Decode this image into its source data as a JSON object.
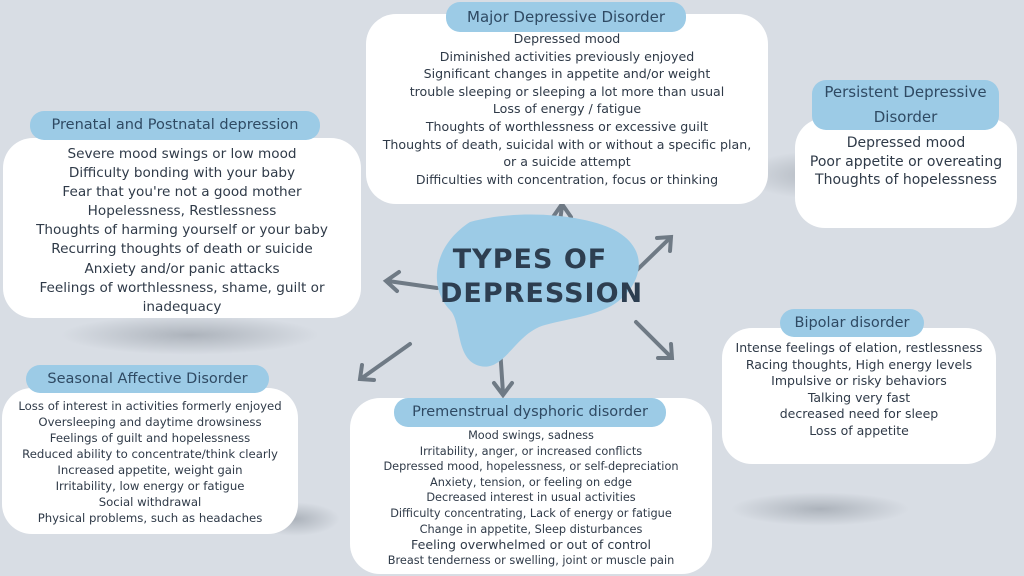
{
  "center": {
    "line1": "TYPES OF",
    "line2": "DEPRESSION"
  },
  "major": {
    "title": "Major Depressive Disorder",
    "items": [
      "Depressed mood",
      "Diminished activities previously enjoyed",
      "Significant changes in appetite and/or weight",
      "trouble sleeping or sleeping a lot more than usual",
      "Loss of energy / fatigue",
      "Thoughts of worthlessness or excessive guilt",
      "Thoughts of death, suicidal with or without a specific plan,",
      "or a suicide attempt",
      "Difficulties with concentration, focus or thinking"
    ]
  },
  "persistent": {
    "title_line1": "Persistent Depressive",
    "title_line2": "Disorder",
    "items": [
      "Depressed mood",
      "Poor appetite or overeating",
      "Thoughts of hopelessness"
    ]
  },
  "prenatal": {
    "title": "Prenatal and Postnatal depression",
    "items": [
      "Severe mood swings or low mood",
      "Difficulty bonding with your baby",
      "Fear that you're not a good mother",
      "Hopelessness, Restlessness",
      "Thoughts of harming yourself or your baby",
      "Recurring thoughts of death or suicide",
      "Anxiety and/or panic attacks",
      "Feelings of worthlessness, shame, guilt or",
      "inadequacy"
    ]
  },
  "bipolar": {
    "title": "Bipolar disorder",
    "items": [
      "Intense feelings of elation, restlessness",
      "Racing thoughts, High energy levels",
      "Impulsive or risky behaviors",
      "Talking very fast",
      "decreased need for sleep",
      "Loss of appetite"
    ]
  },
  "seasonal": {
    "title": "Seasonal Affective Disorder",
    "items": [
      "Loss of interest in activities formerly enjoyed",
      "Oversleeping and daytime drowsiness",
      "Feelings of guilt and hopelessness",
      "Reduced ability to concentrate/think clearly",
      "Increased appetite, weight gain",
      "Irritability, low energy or fatigue",
      "Social withdrawal",
      "Physical problems, such as headaches"
    ]
  },
  "pmdd": {
    "title": "Premenstrual dysphoric disorder",
    "items": [
      "Mood swings, sadness",
      "Irritability, anger, or increased conflicts",
      "Depressed mood, hopelessness, or self-depreciation",
      "Anxiety, tension, or feeling on edge",
      "Decreased interest in usual activities",
      "Difficulty concentrating, Lack of energy or fatigue",
      "Change in appetite, Sleep disturbances",
      "Feeling overwhelmed or out of control",
      "Breast tenderness or swelling, joint or muscle pain"
    ]
  },
  "colors": {
    "background": "#d8dde4",
    "accent_blue": "#9ccbe6",
    "arrow": "#6f7a85",
    "text": "#2f3a48"
  }
}
